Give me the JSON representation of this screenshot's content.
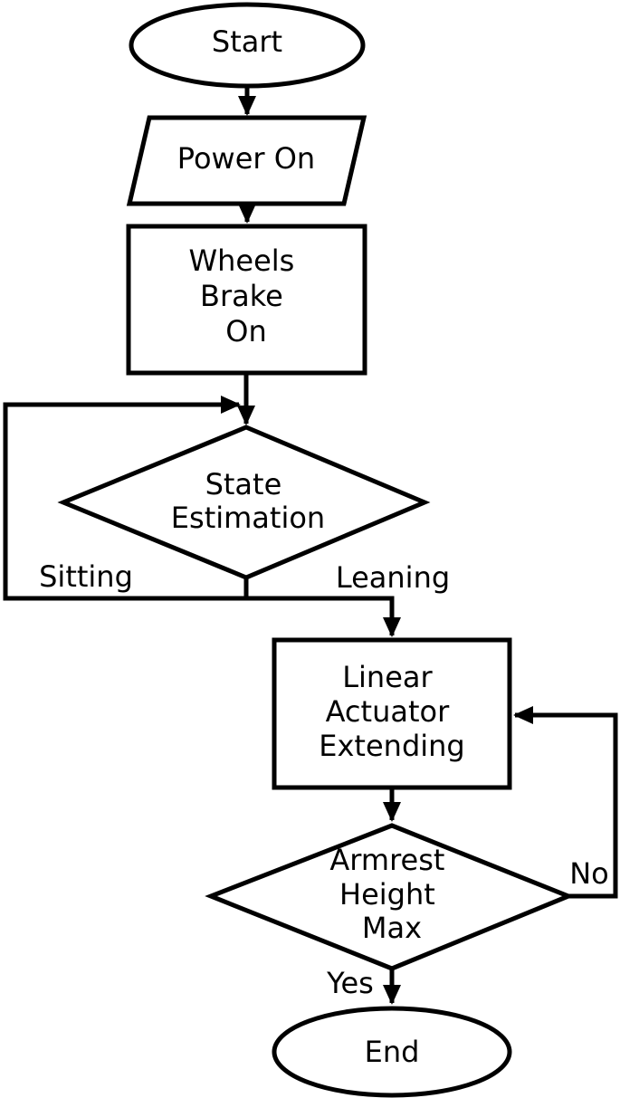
{
  "diagram": {
    "type": "flowchart",
    "background_color": "#ffffff",
    "line_color": "#000000",
    "nodes": [
      {
        "id": "start",
        "shape": "terminator",
        "label": "Start"
      },
      {
        "id": "power-on",
        "shape": "input-output",
        "label": "Power On"
      },
      {
        "id": "wheels-brake-on",
        "shape": "process",
        "label": "Wheels Brake On",
        "lines": [
          "Wheels",
          "Brake",
          "On"
        ]
      },
      {
        "id": "state-estimation",
        "shape": "decision",
        "label": "State Estimation",
        "lines": [
          "State",
          "Estimation"
        ]
      },
      {
        "id": "linear-actuator-extending",
        "shape": "process",
        "label": "Linear Actuator Extending",
        "lines": [
          "Linear",
          "Actuator",
          "Extending"
        ]
      },
      {
        "id": "armrest-height-max",
        "shape": "decision",
        "label": "Armrest Height Max",
        "lines": [
          "Armrest",
          "Height",
          "Max"
        ]
      },
      {
        "id": "end",
        "shape": "terminator",
        "label": "End"
      }
    ],
    "edges": [
      {
        "from": "start",
        "to": "power-on",
        "label": ""
      },
      {
        "from": "power-on",
        "to": "wheels-brake-on",
        "label": ""
      },
      {
        "from": "wheels-brake-on",
        "to": "state-estimation",
        "label": ""
      },
      {
        "from": "state-estimation",
        "to": "state-estimation",
        "label": "Sitting"
      },
      {
        "from": "state-estimation",
        "to": "linear-actuator-extending",
        "label": "Leaning"
      },
      {
        "from": "linear-actuator-extending",
        "to": "armrest-height-max",
        "label": ""
      },
      {
        "from": "armrest-height-max",
        "to": "linear-actuator-extending",
        "label": "No"
      },
      {
        "from": "armrest-height-max",
        "to": "end",
        "label": "Yes"
      }
    ]
  }
}
